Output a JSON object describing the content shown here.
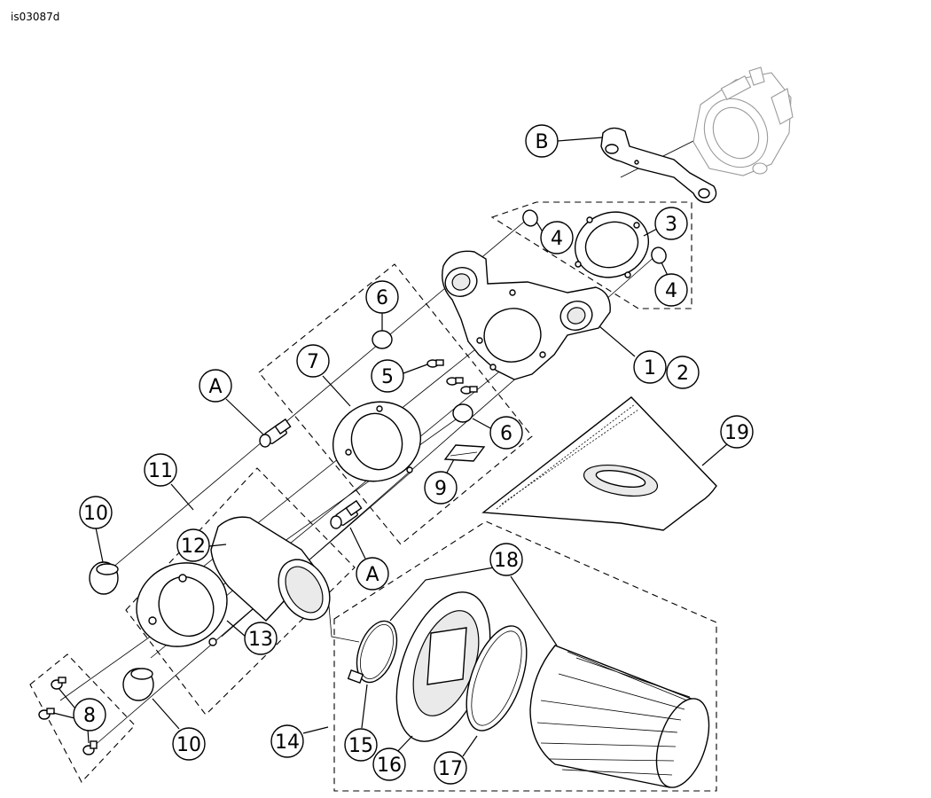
{
  "figure_id": "is03087d",
  "callouts": {
    "c_B": "B",
    "c_4a": "4",
    "c_3": "3",
    "c_4b": "4",
    "c_6a": "6",
    "c_7": "7",
    "c_5": "5",
    "c_1": "1",
    "c_2": "2",
    "c_A1": "A",
    "c_6b": "6",
    "c_19": "19",
    "c_11": "11",
    "c_9": "9",
    "c_10a": "10",
    "c_12": "12",
    "c_A2": "A",
    "c_18": "18",
    "c_13": "13",
    "c_8": "8",
    "c_10b": "10",
    "c_14": "14",
    "c_15": "15",
    "c_16": "16",
    "c_17": "17"
  },
  "icons": {
    "throttle_body": "throttle-body-ghost-icon",
    "filter_cone": "air-filter-cone-icon",
    "rain_sock": "rain-sock-icon"
  }
}
